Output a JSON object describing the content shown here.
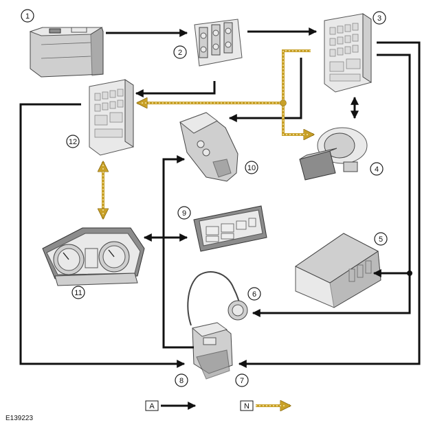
{
  "figure_id": "E139223",
  "callouts": [
    "1",
    "2",
    "3",
    "4",
    "5",
    "6",
    "7",
    "8",
    "9",
    "10",
    "11",
    "12"
  ],
  "legend": [
    {
      "key": "A",
      "style": "hardwired"
    },
    {
      "key": "N",
      "style": "can-bus"
    }
  ],
  "colors": {
    "wire": "#111111",
    "can_bus": "#c8a028",
    "can_bus_dash": "#f4e9b0"
  }
}
